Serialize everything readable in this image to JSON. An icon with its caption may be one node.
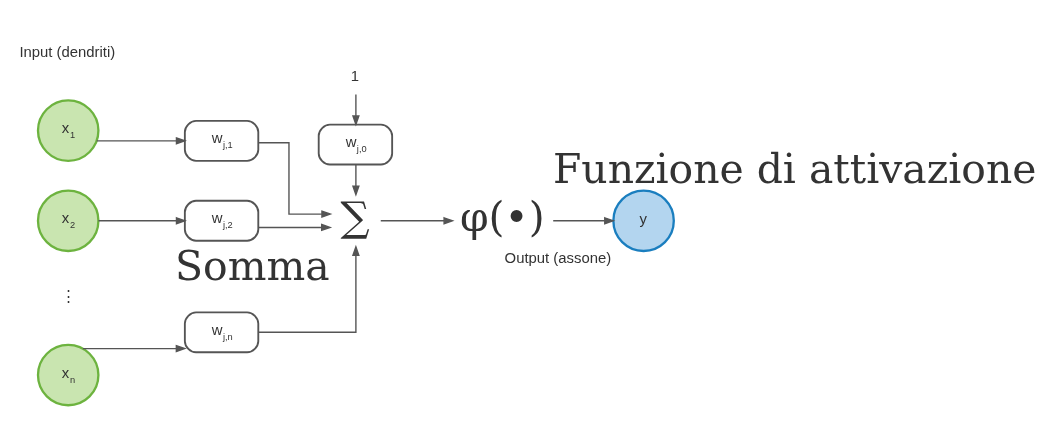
{
  "diagram": {
    "nodes": [
      {
        "text": [
          "x$_{1}$"
        ]
      },
      {
        "text": [
          "w$_{j,1}$"
        ]
      },
      {
        "text": [
          "x$_{2}$"
        ]
      },
      {
        "text": [
          "w$_{j,2}$"
        ]
      },
      {
        "text": [
          "x$_{n}$"
        ]
      },
      {
        "text": [
          "w$_{j,n}$"
        ]
      },
      {
        "text": [
          "∑"
        ],
        "beside": [
          "Somma"
        ]
      },
      {
        "text": [
          "w$_{j,0}$"
        ]
      },
      {
        "text": [
          "1"
        ]
      },
      {
        "text": [
          "φ(•)"
        ],
        "beside": [
          "Funzione di attivazione"
        ]
      },
      {
        "text": [
          "y"
        ],
        "beside": [
          "Output (assone)"
        ]
      }
    ],
    "edges": [
      {
        "from": 0,
        "to": 1,
        "arrow": "to"
      },
      {
        "from": 2,
        "to": 3,
        "arrow": "to"
      },
      {
        "from": 4,
        "to": 5,
        "arrow": "to"
      },
      {
        "from": 1,
        "to": 6,
        "arrow": "to"
      },
      {
        "from": 3,
        "to": 6,
        "arrow": "to"
      },
      {
        "from": 5,
        "to": 6,
        "arrow": "to"
      },
      {
        "from": 8,
        "to": 7,
        "arrow": "to"
      },
      {
        "from": 7,
        "to": 6,
        "arrow": "to"
      },
      {
        "from": 6,
        "to": 9,
        "arrow": "to"
      },
      {
        "from": 9,
        "to": 10,
        "arrow": "to"
      }
    ],
    "labels": [
      "Input (dendriti)",
      "⋮"
    ]
  }
}
